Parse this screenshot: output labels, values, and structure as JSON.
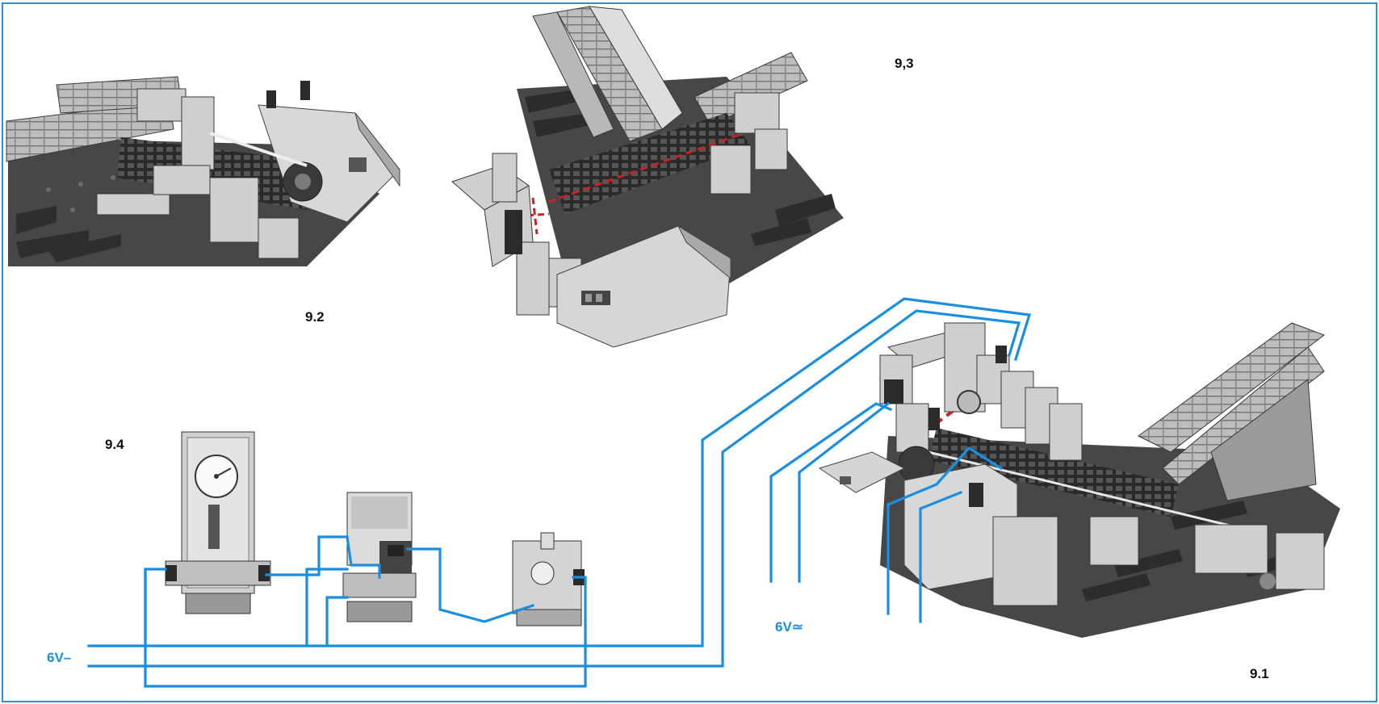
{
  "figure_labels": {
    "fig_9_1": "9.1",
    "fig_9_2": "9.2",
    "fig_9_3": "9,3",
    "fig_9_4": "9.4"
  },
  "power_labels": {
    "dc_supply": "6V–",
    "ac_supply": "6V≃"
  },
  "colors": {
    "frame": "#2d8fd6",
    "wire": "#1a8fe0",
    "light_beam": "#cc2222",
    "model_light": "#c9c9c9",
    "model_dark": "#3b3b3b",
    "baseplate": "#4a4a4a"
  }
}
